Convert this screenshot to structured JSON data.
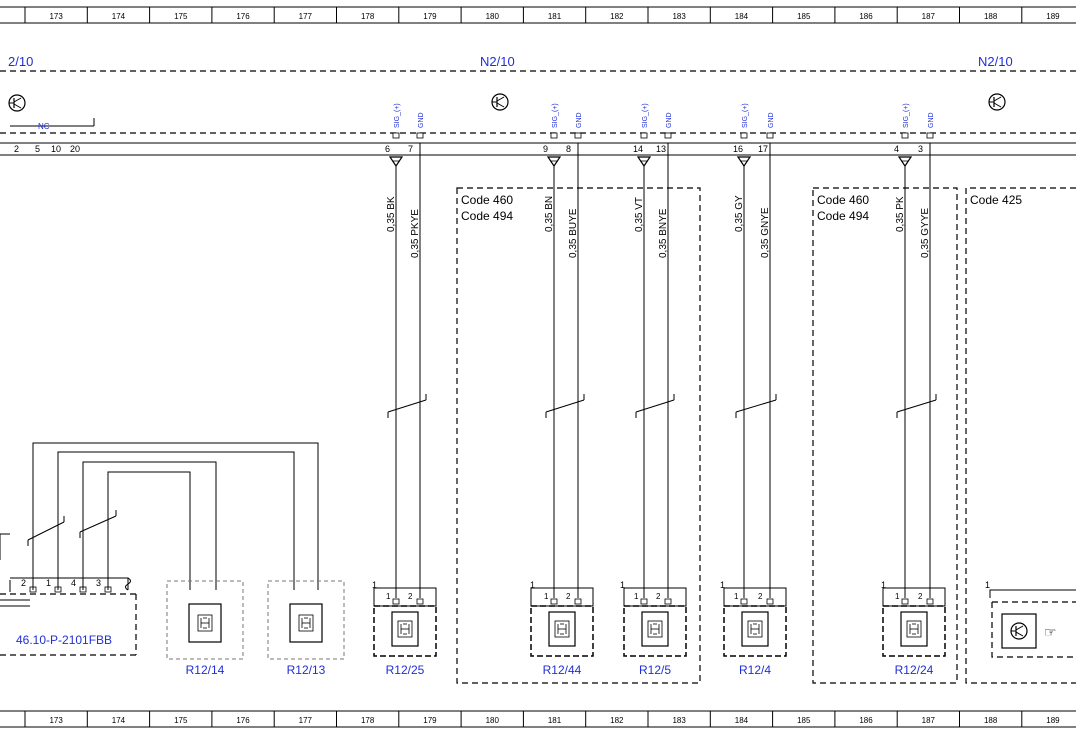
{
  "ruler": {
    "columns": [
      "173",
      "174",
      "175",
      "176",
      "177",
      "178",
      "179",
      "180",
      "181",
      "182",
      "183",
      "184",
      "185",
      "186",
      "187",
      "188",
      "189"
    ]
  },
  "module_labels": {
    "left": "2/10",
    "center": "N2/10",
    "right": "N2/10"
  },
  "left_connector": {
    "nc_label": "NC",
    "pins": [
      "2",
      "5",
      "10",
      "20"
    ]
  },
  "header_pins": [
    {
      "sig": "SIG_(+)",
      "gnd": "GND",
      "sig_pin": "6",
      "gnd_pin": "7"
    },
    {
      "sig": "SIG_(+)",
      "gnd": "GND",
      "sig_pin": "9",
      "gnd_pin": "8"
    },
    {
      "sig": "SIG_(+)",
      "gnd": "GND",
      "sig_pin": "14",
      "gnd_pin": "13"
    },
    {
      "sig": "SIG_(+)",
      "gnd": "GND",
      "sig_pin": "16",
      "gnd_pin": "17"
    },
    {
      "sig": "SIG_(+)",
      "gnd": "GND",
      "sig_pin": "4",
      "gnd_pin": "3"
    }
  ],
  "wires": [
    {
      "sig": "0,35 BK",
      "gnd": "0,35 PKYE"
    },
    {
      "sig": "0,35 BN",
      "gnd": "0,35 BUYE"
    },
    {
      "sig": "0,35 VT",
      "gnd": "0,35 BNYE"
    },
    {
      "sig": "0,35 GY",
      "gnd": "0,35 GNYE"
    },
    {
      "sig": "0,35 PK",
      "gnd": "0,35 GYYE"
    }
  ],
  "code_boxes": [
    {
      "line1": "Code 460",
      "line2": "Code 494"
    },
    {
      "line1": "Code 460",
      "line2": "Code 494"
    },
    {
      "line1": "Code 425",
      "line2": ""
    }
  ],
  "left_plug": {
    "pins": [
      "2",
      "1",
      "4",
      "3"
    ],
    "ref": "46.10-P-2101FBB"
  },
  "sensors": [
    "R12/14",
    "R12/13",
    "R12/25",
    "R12/44",
    "R12/5",
    "R12/4",
    "R12/24"
  ],
  "connector_pin_labels": {
    "one": "1",
    "two": "2"
  },
  "colors": {
    "line": "#000000",
    "label_blue": "#1f2fd6",
    "ruler_bg": "#ffffff"
  }
}
